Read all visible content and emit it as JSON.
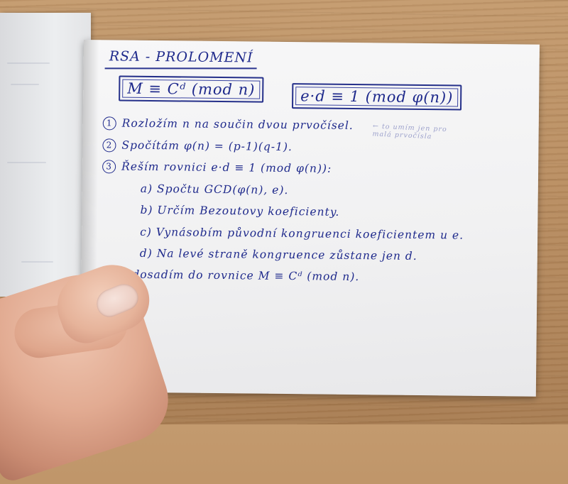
{
  "notes": {
    "title": "RSA - PROLOMENÍ",
    "formula_decrypt": "M ≡ Cᵈ (mod n)",
    "formula_key": "e·d ≡ 1 (mod φ(n))",
    "steps": [
      {
        "num": "1",
        "text": "Rozložím n na součin dvou prvočísel."
      },
      {
        "num": "2",
        "text": "Spočítám φ(n) = (p-1)(q-1)."
      },
      {
        "num": "3",
        "text": "Řeším rovnici e·d ≡ 1 (mod φ(n)):"
      },
      {
        "num": "",
        "text": "a) Spočtu GCD(φ(n), e)."
      },
      {
        "num": "",
        "text": "b) Určím Bezoutovy koeficienty."
      },
      {
        "num": "",
        "text": "c) Vynásobím původní kongruenci koeficientem u e."
      },
      {
        "num": "",
        "text": "d) Na levé straně kongruence zůstane jen d."
      },
      {
        "num": "4",
        "text": "d dosadím do rovnice M ≡ Cᵈ (mod n)."
      }
    ],
    "side_note": "← to umím jen pro\nmalá prvočísla"
  }
}
